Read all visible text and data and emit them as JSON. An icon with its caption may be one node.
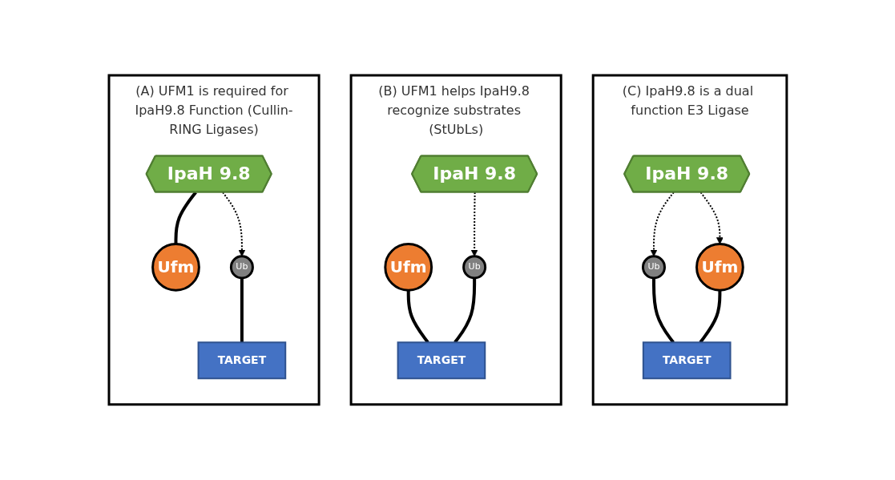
{
  "diagram": {
    "nodes": [
      {
        "text": [
          "(A) UFM1 is required for IpaH9.8 Function (Cullin-RING Ligases)"
        ]
      },
      {
        "text": [
          "IpaH 9.8"
        ],
        "in": 0
      },
      {
        "text": [
          "Ufm"
        ],
        "in": 0
      },
      {
        "text": [
          "Ub"
        ],
        "in": 0
      },
      {
        "text": [
          "TARGET"
        ],
        "in": 0
      },
      {
        "text": [
          "(B) UFM1 helps IpaH9.8 recognize substrates (StUbLs)"
        ]
      },
      {
        "text": [
          "IpaH 9.8"
        ],
        "in": 5
      },
      {
        "text": [
          "Ub"
        ],
        "in": 5
      },
      {
        "text": [
          "Ufm"
        ],
        "in": 5
      },
      {
        "text": [
          "TARGET"
        ],
        "in": 5
      },
      {
        "text": [
          "(C) IpaH9.8 is a dual function E3 Ligase"
        ]
      },
      {
        "text": [
          "IpaH 9.8"
        ],
        "in": 10
      },
      {
        "text": [
          "Ub"
        ],
        "in": 10
      },
      {
        "text": [
          "Ufm"
        ],
        "in": 10
      },
      {
        "text": [
          "TARGET"
        ],
        "in": 10
      }
    ],
    "edges": [
      {
        "from": 1,
        "to": 2,
        "arrow": "none"
      },
      {
        "from": 1,
        "to": 3,
        "arrow": "to",
        "style": "dashed"
      },
      {
        "from": 3,
        "to": 4,
        "arrow": "none"
      },
      {
        "from": 6,
        "to": 7,
        "arrow": "to",
        "style": "dashed"
      },
      {
        "from": 8,
        "to": 9,
        "arrow": "none"
      },
      {
        "from": 7,
        "to": 9,
        "arrow": "none"
      },
      {
        "from": 11,
        "to": 12,
        "arrow": "to",
        "style": "dashed"
      },
      {
        "from": 11,
        "to": 13,
        "arrow": "to",
        "style": "dashed"
      },
      {
        "from": 12,
        "to": 14,
        "arrow": "none"
      },
      {
        "from": 13,
        "to": 14,
        "arrow": "none"
      }
    ]
  }
}
